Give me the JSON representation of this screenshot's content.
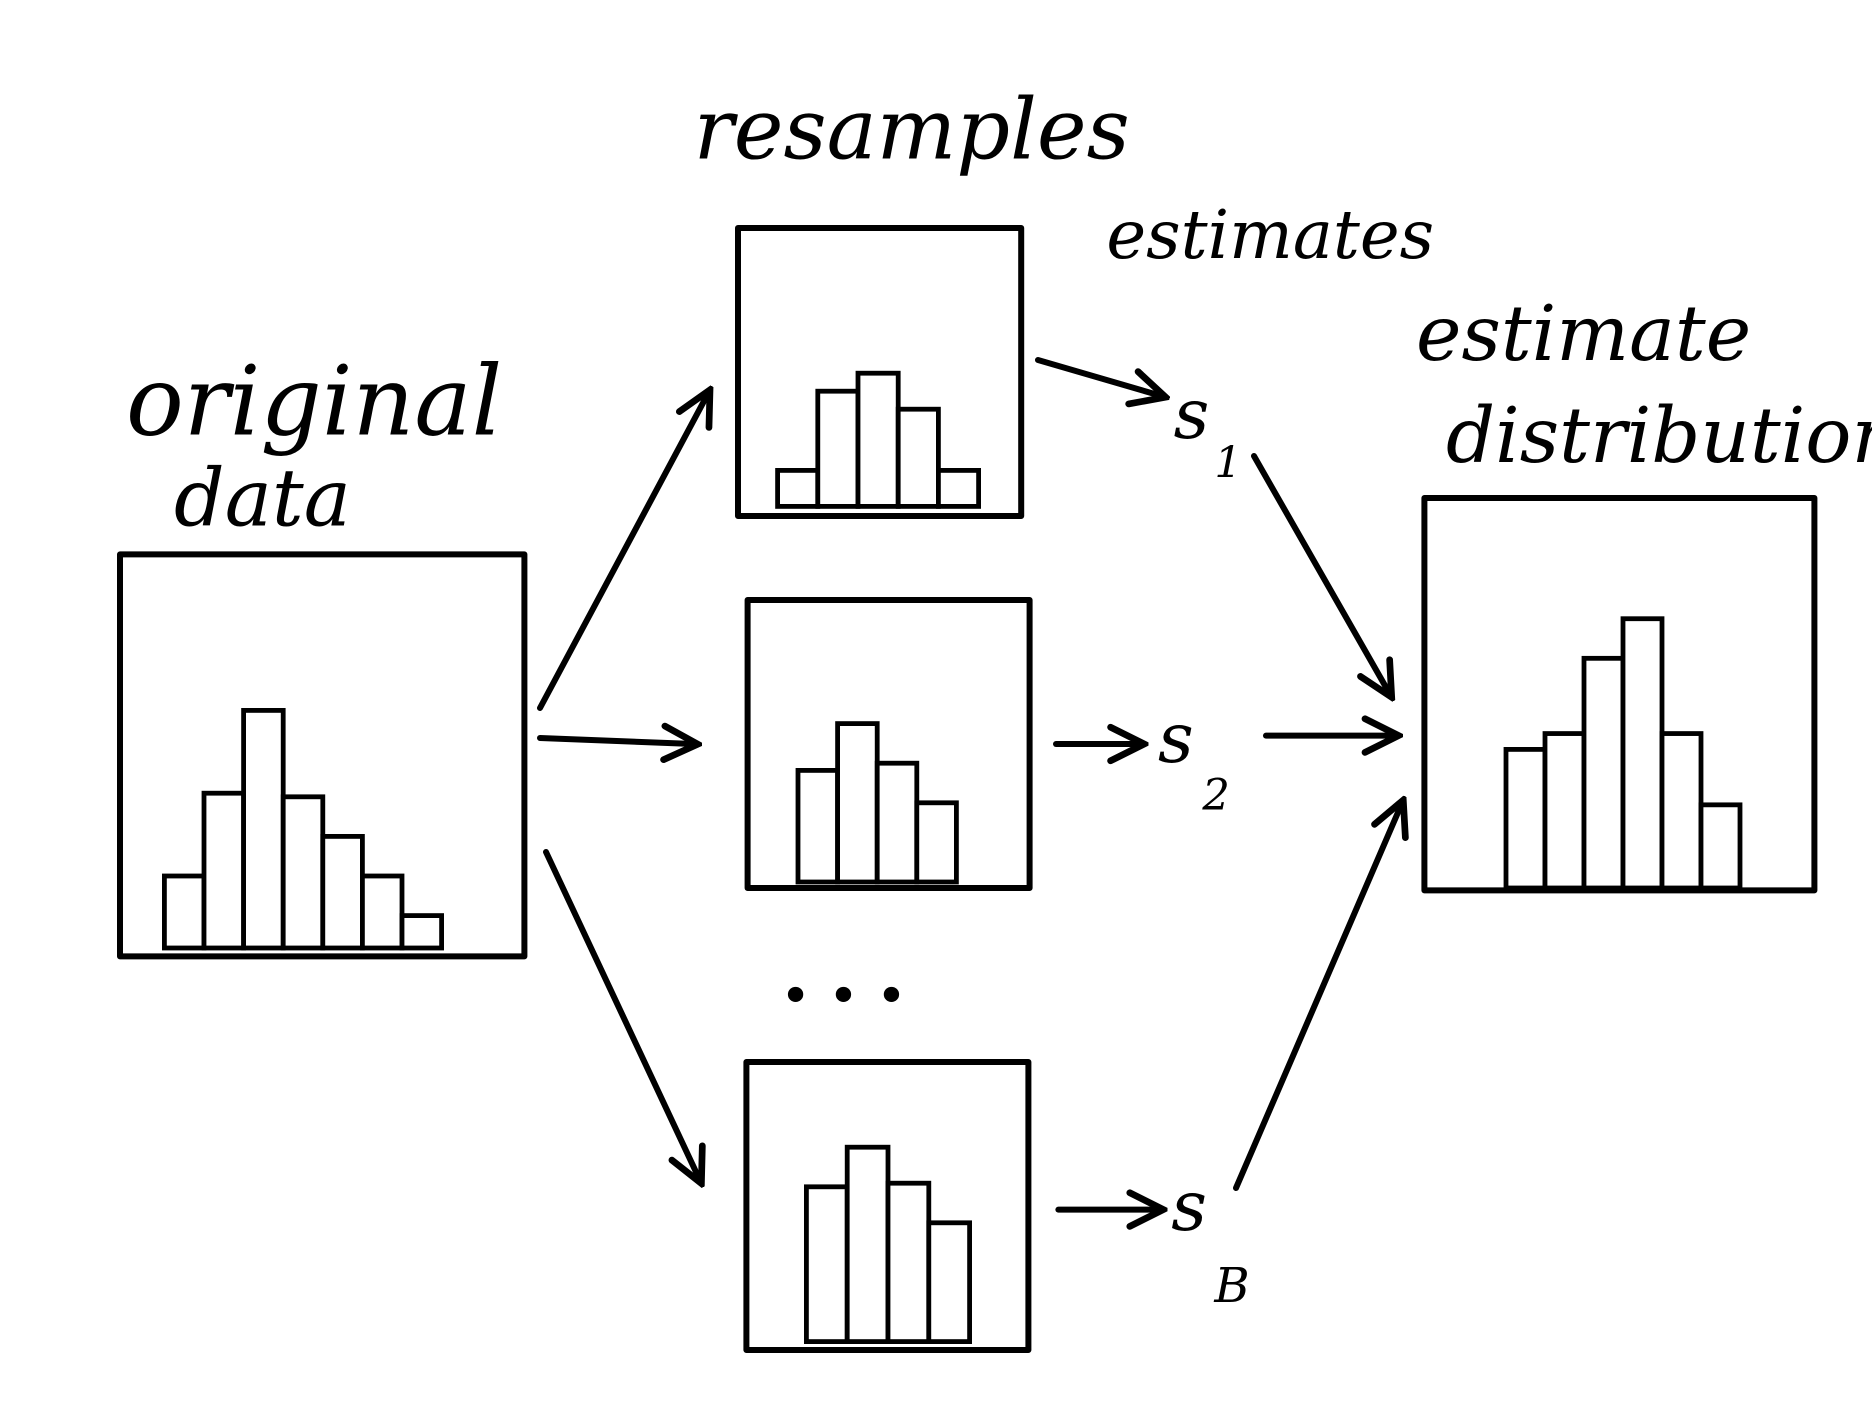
{
  "labels": {
    "original_line1": "original",
    "original_line2": "data",
    "resamples": "resamples",
    "estimates": "estimates",
    "distribution_line1": "estimate",
    "distribution_line2": "distribution",
    "ellipsis": "• • •"
  },
  "estimates": [
    {
      "symbol": "s",
      "subscript": "1"
    },
    {
      "symbol": "s",
      "subscript": "2"
    },
    {
      "symbol": "s",
      "subscript": "B"
    }
  ],
  "histograms": {
    "original": [
      2,
      4.3,
      6.6,
      4.2,
      3.1,
      2,
      0.9
    ],
    "resample_1": [
      1,
      3.2,
      3.7,
      2.7,
      1
    ],
    "resample_2": [
      3.1,
      4.4,
      3.3,
      2.2
    ],
    "resample_B": [
      4.3,
      5.4,
      4.4,
      3.3
    ],
    "distribution": [
      3.5,
      3.9,
      5.8,
      6.8,
      3.9,
      2.1
    ]
  }
}
